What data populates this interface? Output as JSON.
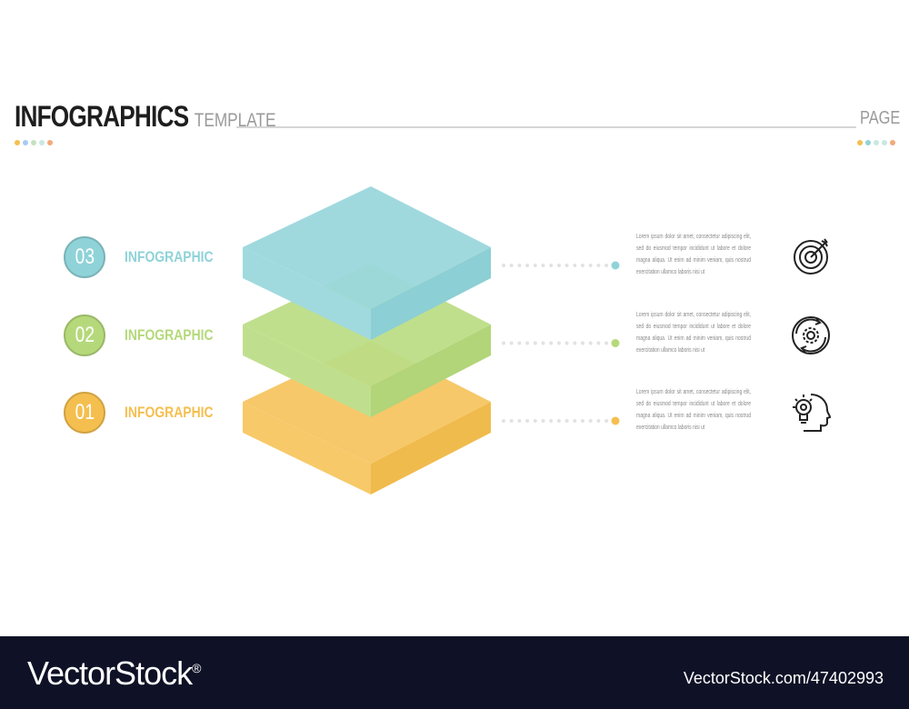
{
  "header": {
    "title": "INFOGRAPHICS",
    "subtitle": "TEMPLATE",
    "page_label": "PAGE",
    "left_dots": [
      "#f5bf4f",
      "#a9c9ef",
      "#c4e1c0",
      "#c9e8e2",
      "#f2a97a"
    ],
    "right_dots": [
      "#f5bf4f",
      "#8fd3d8",
      "#c9e8e2",
      "#c9e8e2",
      "#f2a97a"
    ]
  },
  "steps": [
    {
      "number": "03",
      "label": "INFOGRAPHIC",
      "color": "#8fd3d8",
      "icon": "target-arrow-icon",
      "text": "Lorem ipsum dolor sit amet, consectetur adipiscing elit, sed do eiusmod tempor incididunt ut labore et dolore magna aliqua. Ut enim ad minim veniam, quis nostrud exercitation ullamco laboris nisi ut"
    },
    {
      "number": "02",
      "label": "INFOGRAPHIC",
      "color": "#b5d97a",
      "icon": "gear-cycle-icon",
      "text": "Lorem ipsum dolor sit amet, consectetur adipiscing elit, sed do eiusmod tempor incididunt ut labore et dolore magna aliqua. Ut enim ad minim veniam, quis nostrud exercitation ullamco laboris nisi ut"
    },
    {
      "number": "01",
      "label": "INFOGRAPHIC",
      "color": "#f5bf4f",
      "icon": "head-idea-icon",
      "text": "Lorem ipsum dolor sit amet, consectetur adipiscing elit, sed do eiusmod tempor incididunt ut labore et dolore magna aliqua. Ut enim ad minim veniam, quis nostrud exercitation ullamco laboris nisi ut"
    }
  ],
  "footer": {
    "logo": "VectorStock®",
    "image_id": "VectorStock.com/47402993"
  }
}
